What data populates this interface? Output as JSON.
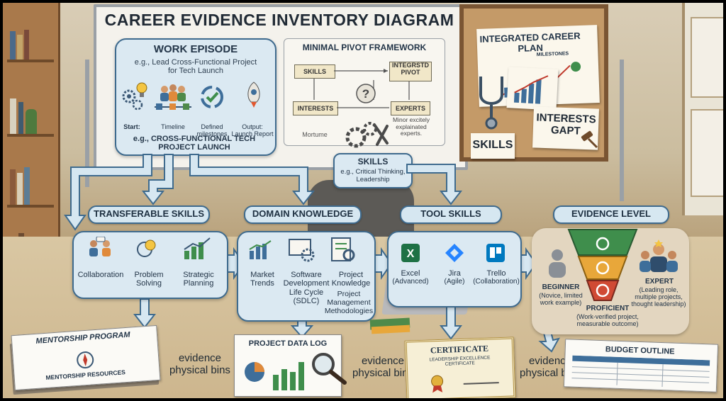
{
  "title": "CAREER EVIDENCE INVENTORY DIAGRAM",
  "work_episode": {
    "title": "WORK EPISODE",
    "subtitle": "e.g., Lead Cross-Functional Project for Tech Launch",
    "start": "Start:",
    "timeline": "Timeline",
    "milestones": "Defined milestones",
    "output": "Output: Launch Report",
    "footer": "e.g., CROSS-FUNCTIONAL TECH PROJECT LAUNCH"
  },
  "pivot": {
    "title": "MINIMAL PIVOT FRAMEWORK",
    "skills": "SKILLS",
    "interests": "INTERESTS",
    "integrated": "INTEGRSTD PIVOT",
    "experts": "EXPERTS",
    "question": "?",
    "mortume": "Mortume",
    "note": "Minor excitely explainated experts."
  },
  "board": {
    "plan": "INTEGRATED CAREER PLAN",
    "milestones": "MILESTONES",
    "interests": "INTERESTS GAPT",
    "skills": "SKILLS"
  },
  "skills_box": {
    "title": "SKILLS",
    "subtitle": "e.g., Critical Thinking, Leadership"
  },
  "categories": {
    "transferable": "TRANSFERABLE SKILLS",
    "domain": "DOMAIN KNOWLEDGE",
    "tool": "TOOL SKILLS",
    "evidence": "EVIDENCE LEVEL"
  },
  "transferable_items": [
    "Collaboration",
    "Problem Solving",
    "Strategic Planning"
  ],
  "domain_items": [
    "Market Trends",
    "Software Development Life Cycle (SDLC)",
    "Project Knowledge",
    "Project Management Methodologies"
  ],
  "tool_items": [
    {
      "name": "Excel",
      "note": "(Advanced)"
    },
    {
      "name": "Jira",
      "note": "(Agile)"
    },
    {
      "name": "Trello",
      "note": "(Collaboration)"
    }
  ],
  "levels": {
    "beginner": {
      "name": "BEGINNER",
      "desc": "(Novice, limited work example)"
    },
    "proficient": {
      "name": "PROFICIENT",
      "desc": "(Work-verified project, measurable outcome)"
    },
    "expert": {
      "name": "EXPERT",
      "desc": "(Leading role, multiple projects, thought leadership)"
    }
  },
  "documents": {
    "mentorship": "MENTORSHIP PROGRAM",
    "mentorship_resources": "MENTORSHIP RESOURCES",
    "project_log": "PROJECT DATA LOG",
    "certificate": "CERTIFICATE",
    "certificate_sub": "LEADERSHIP EXCELLENCE CERTIFICATE",
    "budget": "BUDGET OUTLINE"
  },
  "bins": {
    "label1": "evidence physical bins",
    "label2": "evidence physical bins",
    "label3": "evidence physical bins"
  },
  "colors": {
    "panel": "#dbe9f2",
    "border": "#3f6b8e",
    "funnel_top": "#3f8e4c",
    "funnel_mid": "#e8a73a",
    "funnel_bottom": "#d04a34",
    "whiteboard": "#f4f2ec",
    "corkboard": "#c49a68"
  },
  "icons": [
    "gears-icon",
    "lightbulb-icon",
    "team-icon",
    "timeline-icon",
    "cycle-icon",
    "rocket-icon",
    "question-icon",
    "wrench-icon",
    "stethoscope-icon",
    "gavel-icon",
    "excel-icon",
    "jira-icon",
    "trello-icon",
    "funnel-icon",
    "magnifier-icon",
    "compass-icon",
    "chart-icon",
    "trophy-icon"
  ]
}
